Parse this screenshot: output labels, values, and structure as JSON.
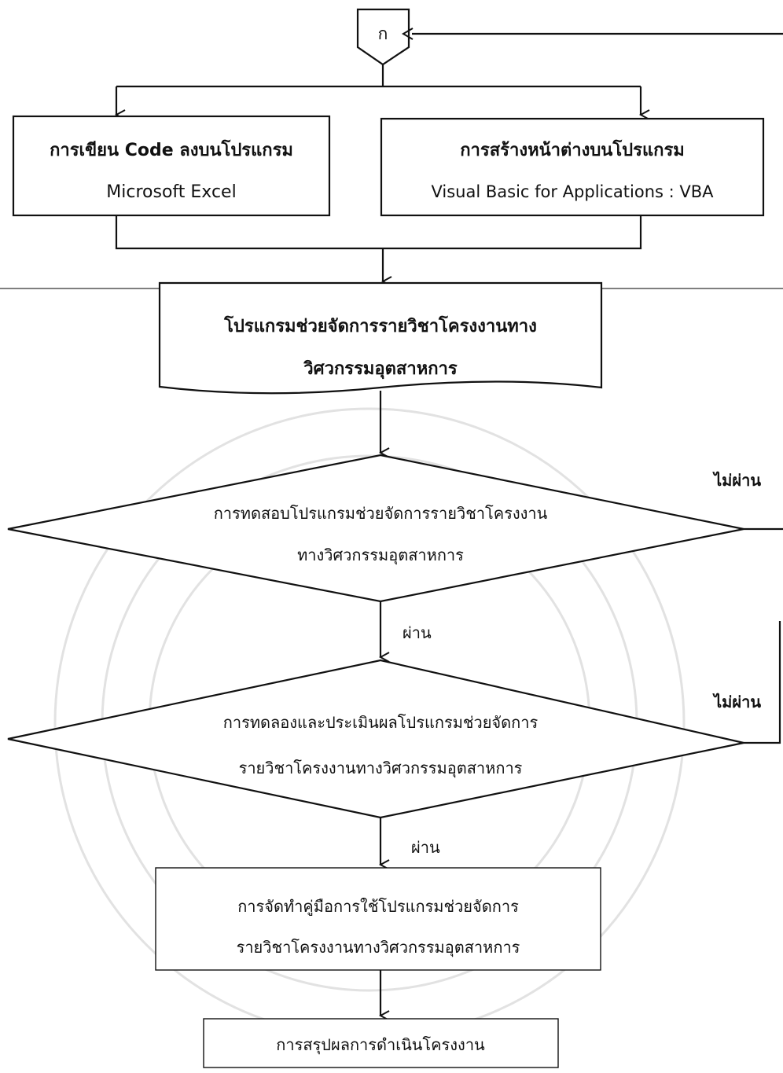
{
  "connector": {
    "label": "ก"
  },
  "process_left": {
    "line1": "การเขียน Code ลงบนโปรแกรม",
    "line2": "Microsoft Excel"
  },
  "process_right": {
    "line1": "การสร้างหน้าต่างบนโปรแกรม",
    "line2": "Visual Basic for Applications : VBA"
  },
  "document": {
    "line1": "โปรแกรมช่วยจัดการรายวิชาโครงงานทาง",
    "line2": "วิศวกรรมอุตสาหการ"
  },
  "decision_test": {
    "line1": "การทดสอบโปรแกรมช่วยจัดการรายวิชาโครงงาน",
    "line2": "ทางวิศวกรรมอุตสาหการ"
  },
  "decision_eval": {
    "line1": "การทดลองและประเมินผลโปรแกรมช่วยจัดการ",
    "line2": "รายวิชาโครงงานทางวิศวกรรมอุตสาหการ"
  },
  "manual": {
    "line1": "การจัดทำคู่มือการใช้โปรแกรมช่วยจัดการ",
    "line2": "รายวิชาโครงงานทางวิศวกรรมอุตสาหการ"
  },
  "summary": {
    "label": "การสรุปผลการดำเนินโครงงาน"
  },
  "labels": {
    "fail_1": "ไม่ผ่าน",
    "fail_2": "ไม่ผ่าน",
    "pass_1": "ผ่าน",
    "pass_2": "ผ่าน"
  }
}
